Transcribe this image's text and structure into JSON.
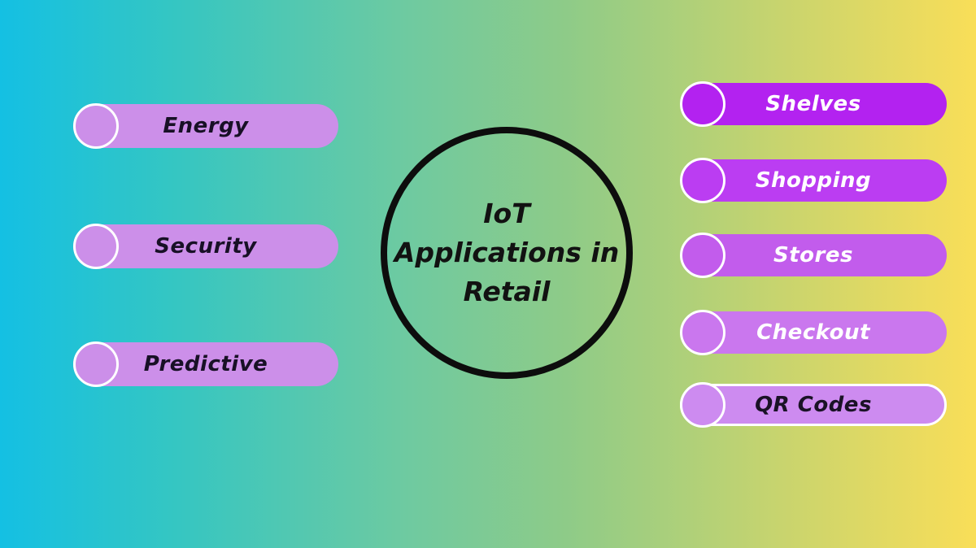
{
  "title": {
    "full": "IoT Applications in Retail",
    "lines": [
      "IoT",
      "Applications in",
      "Retail"
    ]
  },
  "background": {
    "gradient_left": "#14c0e3",
    "gradient_middle": "#7ecb93",
    "gradient_right": "#f9de58"
  },
  "center_circle": {
    "border_color": "#0d0d0d",
    "text_color": "#121212"
  },
  "left_items": [
    {
      "label": "Energy",
      "fill": "#cc8fe9",
      "text_color": "#181026",
      "border_color": "transparent"
    },
    {
      "label": "Security",
      "fill": "#cc8fe9",
      "text_color": "#181026",
      "border_color": "transparent"
    },
    {
      "label": "Predictive",
      "fill": "#cc8fe9",
      "text_color": "#181026",
      "border_color": "transparent"
    }
  ],
  "right_items": [
    {
      "label": "Shelves",
      "fill": "#b322f0",
      "text_color": "#ffffff",
      "border_color": "transparent"
    },
    {
      "label": "Shopping",
      "fill": "#bb3df2",
      "text_color": "#ffffff",
      "border_color": "transparent"
    },
    {
      "label": "Stores",
      "fill": "#c25cec",
      "text_color": "#ffffff",
      "border_color": "transparent"
    },
    {
      "label": "Checkout",
      "fill": "#ca77ee",
      "text_color": "#ffffff",
      "border_color": "transparent"
    },
    {
      "label": "QR Codes",
      "fill": "#cd8bf0",
      "text_color": "#1a1226",
      "border_color": "#ffffff"
    }
  ]
}
